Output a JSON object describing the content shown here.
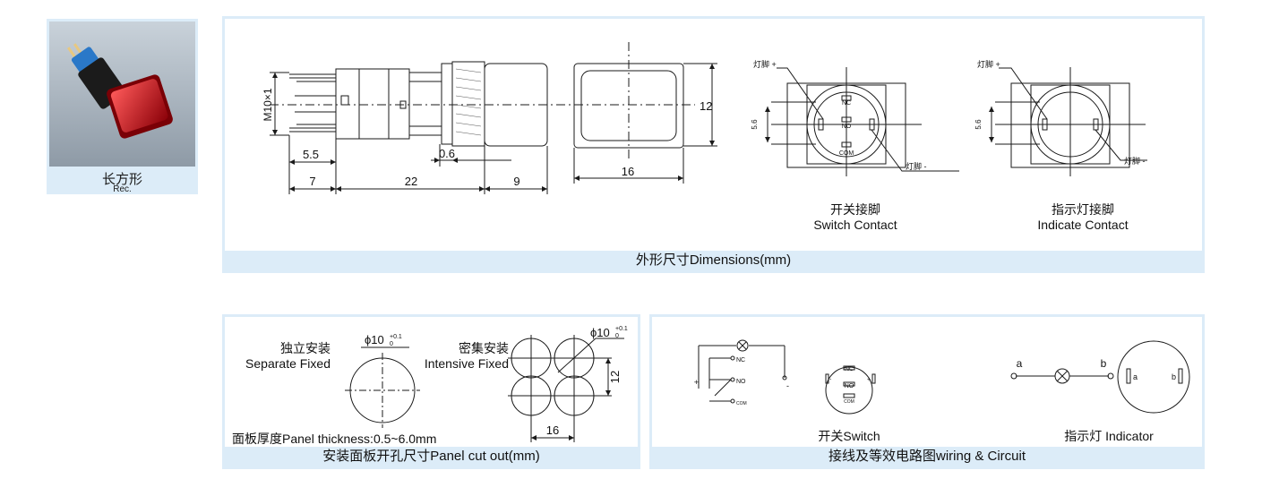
{
  "product": {
    "name_zh": "长方形",
    "name_en": "Rec."
  },
  "dimensions": {
    "caption": "外形尺寸Dimensions(mm)",
    "thread": "M10×1",
    "dim_12": "12",
    "dim_5_5": "5.5",
    "dim_0_6": "0.6",
    "dim_7": "7",
    "dim_22": "22",
    "dim_9": "9",
    "dim_16": "16",
    "dim_5_6": "5.6",
    "lamp_plus": "灯脚 +",
    "lamp_minus": "灯脚 -",
    "pin_nc": "NC",
    "pin_no": "NO",
    "pin_com": "COM",
    "switch_contact_zh": "开关接脚",
    "switch_contact_en": "Switch Contact",
    "indicate_contact_zh": "指示灯接脚",
    "indicate_contact_en": "Indicate Contact"
  },
  "cutout": {
    "caption": "安装面板开孔尺寸Panel cut out(mm)",
    "separate_zh": "独立安装",
    "separate_en": "Separate Fixed",
    "intensive_zh": "密集安装",
    "intensive_en": "Intensive Fixed",
    "phi_label": "ϕ10",
    "tol_upper": "+0.1",
    "tol_lower": "0",
    "dim_12": "12",
    "dim_16": "16",
    "panel_thickness": "面板厚度Panel thickness:0.5~6.0mm"
  },
  "wiring": {
    "caption": "接线及等效电路图wiring & Circuit",
    "nc": "NC",
    "no": "NO",
    "com": "COM",
    "plus": "+",
    "minus": "-",
    "switch_label": "开关Switch",
    "indicator_label": "指示灯 Indicator",
    "a": "a",
    "b": "b"
  },
  "colors": {
    "panel_border": "#dcecf8",
    "caption_bg": "#dcecf8",
    "button_red": "#d4101c",
    "housing_blue": "#2a78c8"
  }
}
